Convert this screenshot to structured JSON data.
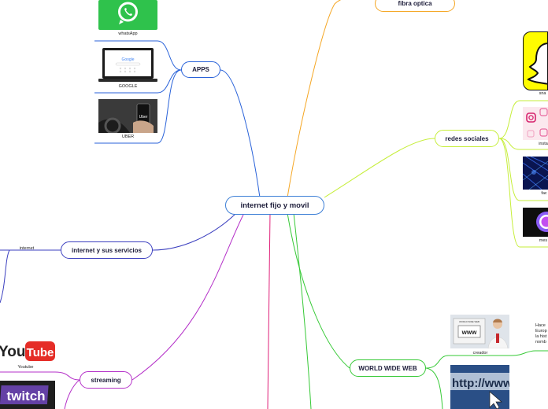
{
  "central": "internet fijo y movil",
  "branches": {
    "apps": "APPS",
    "fibra": "fibra optica",
    "redes": "redes sociales",
    "internet_servicios": "internet y sus servicios",
    "streaming": "streaming",
    "www": "WORLD WIDE WEB"
  },
  "leaves": {
    "whatsapp": "whatsApp",
    "google": "GOOGLE",
    "uber": "UBER",
    "internet": "internet",
    "youtube": "Youtube",
    "creador": "creador",
    "snapchat_partial": "sna",
    "instagram_partial": "insta",
    "facebook_partial": "fac",
    "messenger_partial": "mes"
  },
  "images": {
    "youtube_logo": "YouTube",
    "twitch_logo": "twitch",
    "www_sign": "www",
    "www_photo_header": "WORLD WIDE WEB",
    "http_text": "http://www",
    "google_logo": "Google",
    "uber_logo": "Uber"
  },
  "note_lines": [
    "Hace",
    "Europ",
    "la hist",
    "nomb"
  ],
  "colors": {
    "apps": "#2962d9",
    "fibra": "#f5a623",
    "redes": "#c6ee3a",
    "internet_servicios": "#3b3fbf",
    "streaming": "#b430c8",
    "www": "#36c936",
    "central": "#3d7fd6",
    "pink": "#e0217a"
  },
  "icons": [
    "whatsapp-icon",
    "laptop-icon",
    "uber-phone-icon",
    "youtube-logo",
    "twitch-logo",
    "snapchat-icon",
    "instagram-icon",
    "facebook-image",
    "messenger-icon",
    "www-photo",
    "http-image"
  ]
}
